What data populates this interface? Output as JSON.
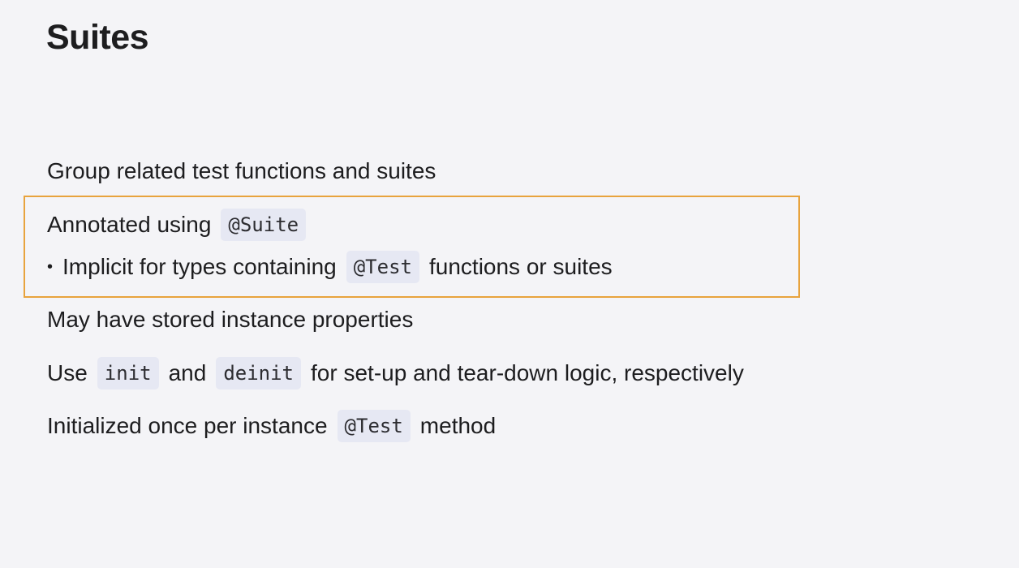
{
  "slide": {
    "title": "Suites",
    "line1": "Group related test functions and suites",
    "line2": {
      "text": "Annotated using",
      "code": "@Suite"
    },
    "line3": {
      "bullet": "•",
      "text_before": "Implicit for types containing",
      "code": "@Test",
      "text_after": "functions or suites"
    },
    "line4": "May have stored instance properties",
    "line5": {
      "text_a": "Use",
      "code_a": "init",
      "text_b": "and",
      "code_b": "deinit",
      "text_c": "for set-up and tear-down logic, respectively"
    },
    "line6": {
      "text_before": "Initialized once per instance",
      "code": "@Test",
      "text_after": "method"
    },
    "highlight_color": "#e8a33d"
  }
}
